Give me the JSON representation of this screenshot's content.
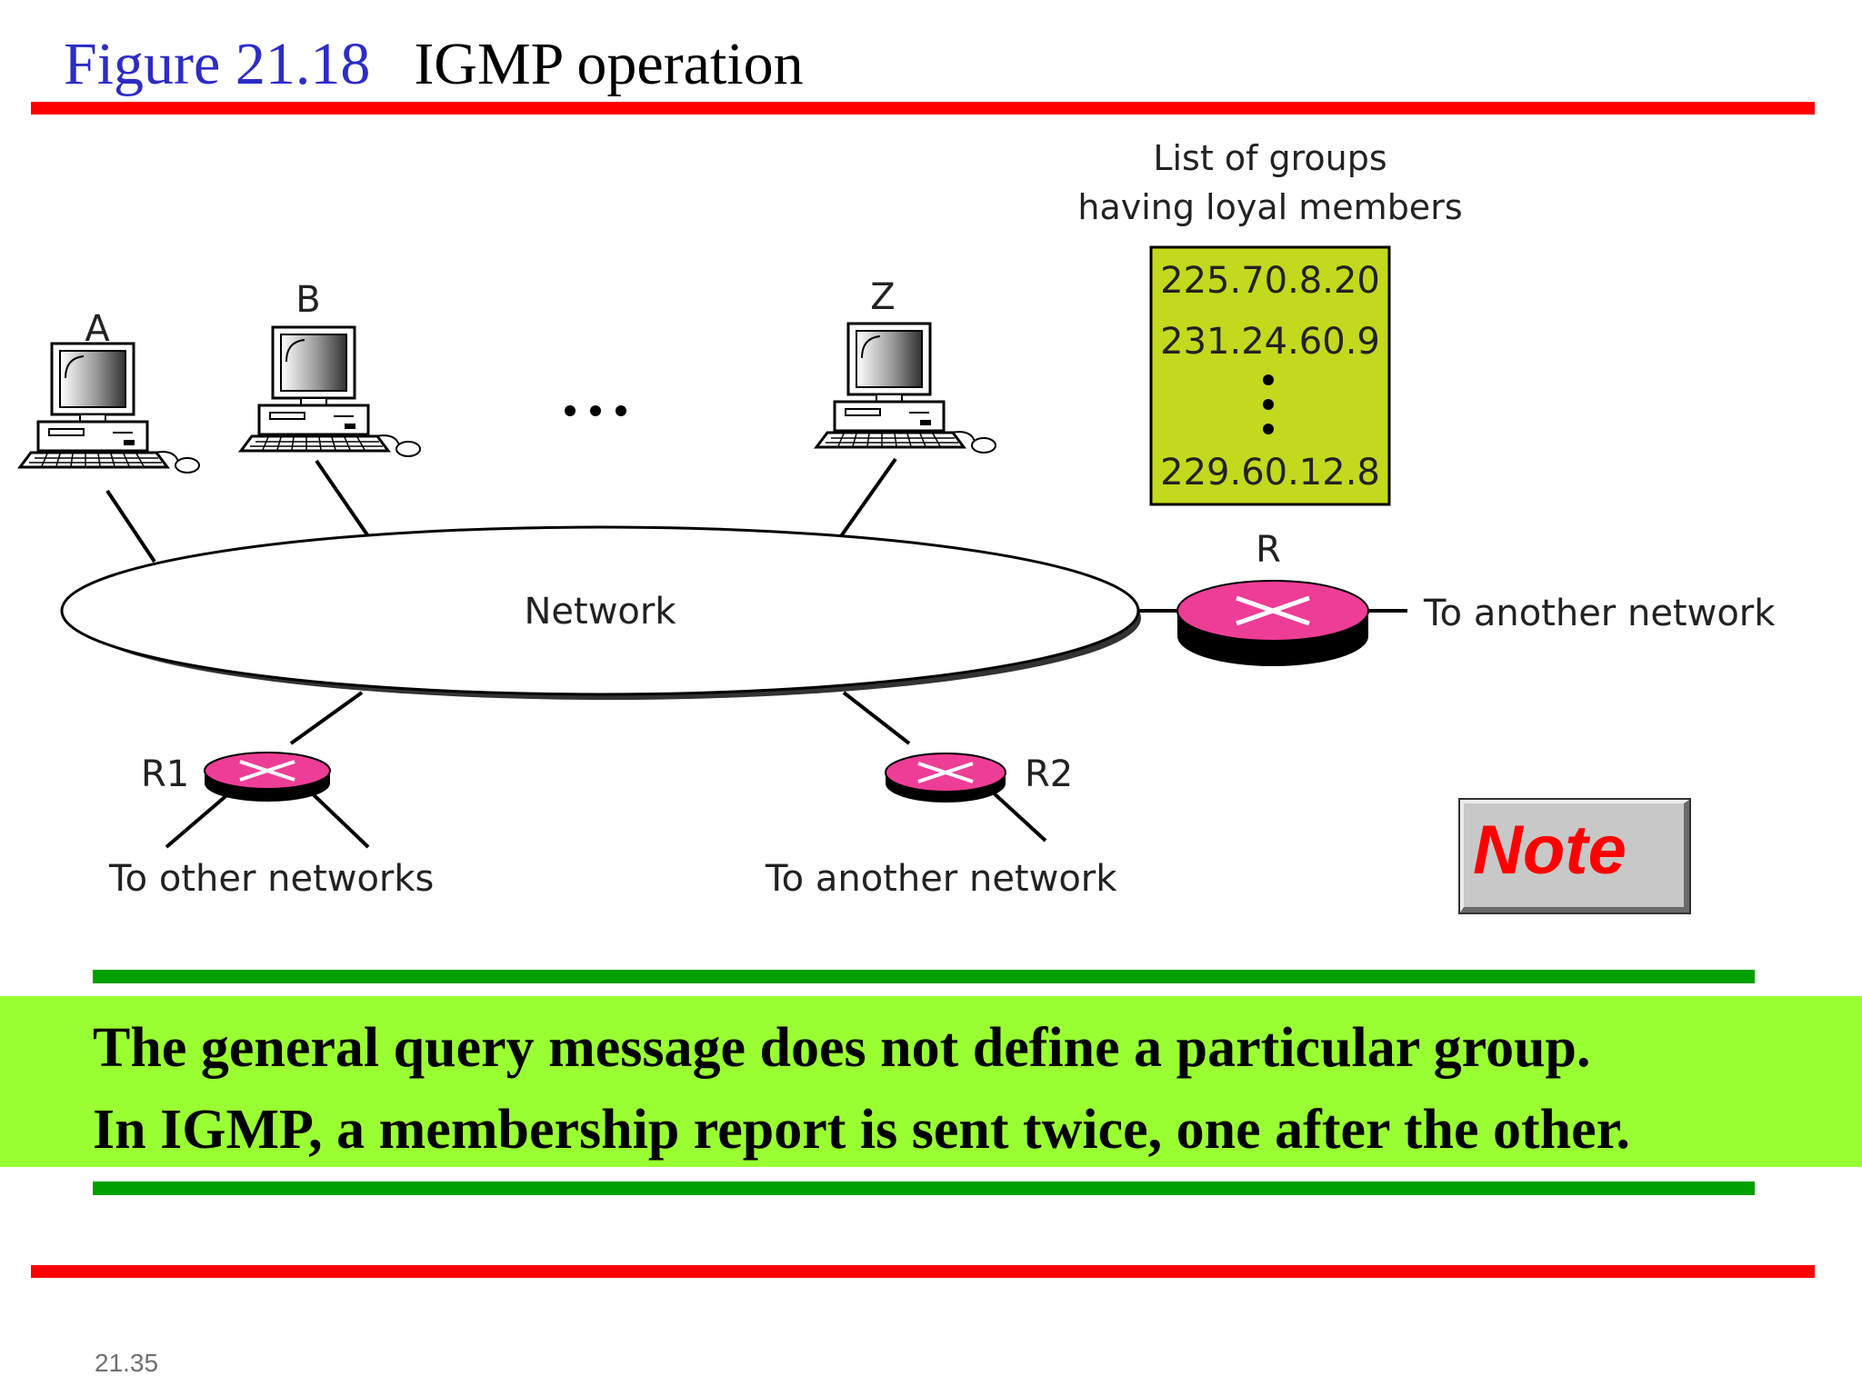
{
  "slide": {
    "figure_label": "Figure 21.18",
    "figure_title": "IGMP operation",
    "page_number": "21.35"
  },
  "diagram": {
    "groups_caption_line1": "List of groups",
    "groups_caption_line2": "having loyal members",
    "groups": [
      "225.70.8.20",
      "231.24.60.9",
      "229.60.12.8"
    ],
    "network_label": "Network",
    "ellipsis": "...",
    "hosts": [
      "A",
      "B",
      "Z"
    ],
    "router_r_label": "R",
    "router_r1_label": "R1",
    "router_r2_label": "R2",
    "router_r_dest": "To another network",
    "router_r1_dest": "To other networks",
    "router_r2_dest": "To another network",
    "colors": {
      "group_box": "#c2d91e",
      "router": "#ee3d96",
      "title_blue": "#2c2cc8",
      "rule_red": "#ff0000",
      "rule_green": "#00a000",
      "note_band": "#99ff33"
    }
  },
  "note": {
    "button_label": "Note",
    "line1": "The general query message does not  define a particular group.",
    "line2": "In IGMP, a membership report is sent  twice, one after the other."
  }
}
